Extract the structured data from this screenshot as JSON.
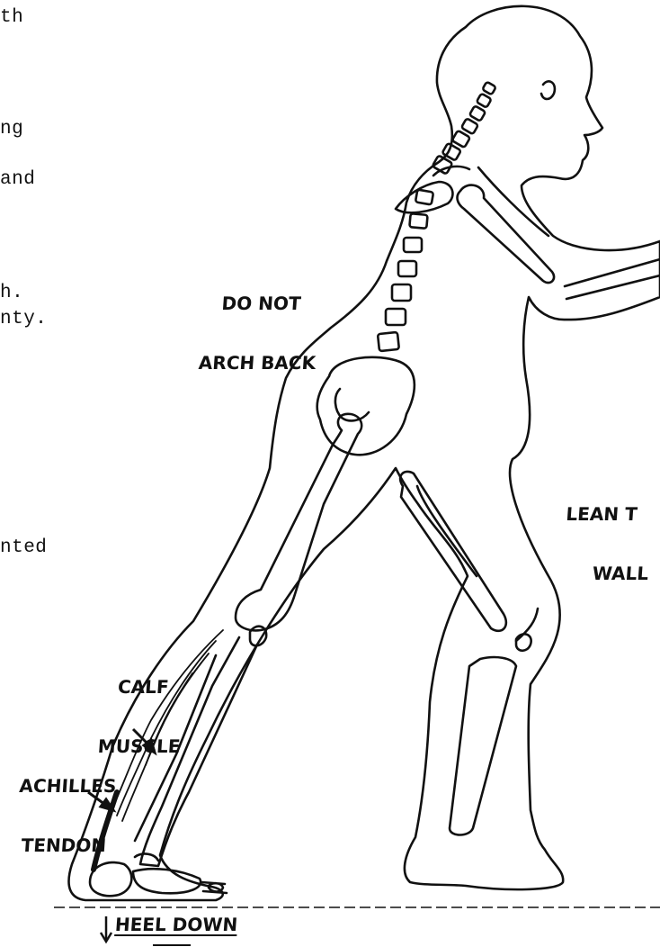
{
  "text_fragments": [
    "th",
    "ng",
    "and",
    "h.",
    "nty.",
    "nted"
  ],
  "labels": {
    "do_not_arch_back": [
      "DO NOT",
      "ARCH BACK"
    ],
    "lean_to_wall": [
      "LEAN T",
      "WALL"
    ],
    "calf_muscle": [
      "CALF",
      "MUSCLE"
    ],
    "achilles_tendon": [
      "ACHILLES",
      "TENDON"
    ],
    "heel_down": "HEEL DOWN"
  },
  "colors": {
    "ink": "#111111",
    "background": "#ffffff"
  },
  "icons": [
    "down-arrow-icon",
    "pointer-arrow-icon"
  ]
}
